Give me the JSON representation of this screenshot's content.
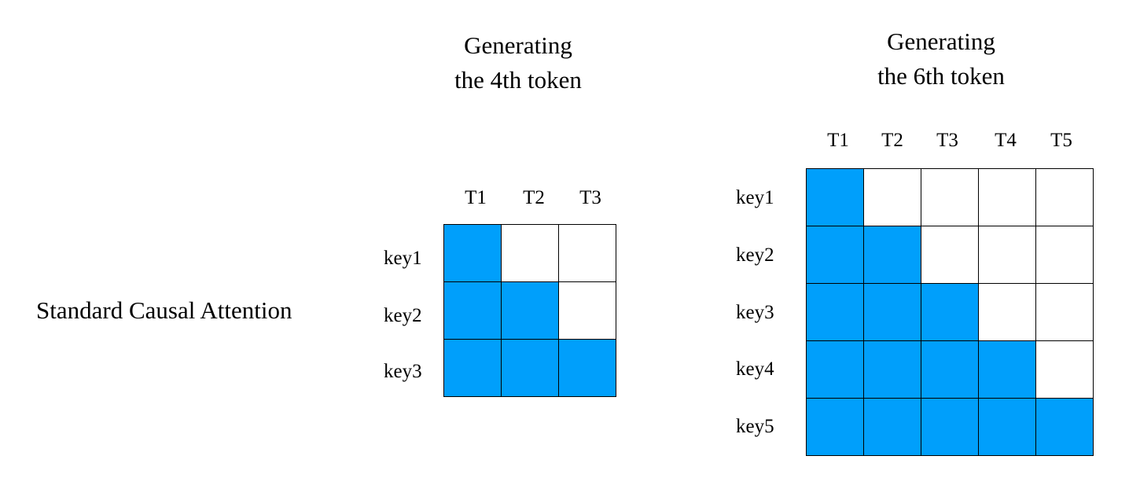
{
  "row_label": "Standard Causal Attention",
  "colors": {
    "attended": "#009ffb",
    "masked": "#ffffff",
    "grid_line": "#000000"
  },
  "matrices": [
    {
      "title_line1": "Generating",
      "title_line2": "the 4th token",
      "columns": [
        "T1",
        "T2",
        "T3"
      ],
      "rows": [
        "key1",
        "key2",
        "key3"
      ],
      "mask": [
        [
          1,
          0,
          0
        ],
        [
          1,
          1,
          0
        ],
        [
          1,
          1,
          1
        ]
      ]
    },
    {
      "title_line1": "Generating",
      "title_line2": "the 6th token",
      "columns": [
        "T1",
        "T2",
        "T3",
        "T4",
        "T5"
      ],
      "rows": [
        "key1",
        "key2",
        "key3",
        "key4",
        "key5"
      ],
      "mask": [
        [
          1,
          0,
          0,
          0,
          0
        ],
        [
          1,
          1,
          0,
          0,
          0
        ],
        [
          1,
          1,
          1,
          0,
          0
        ],
        [
          1,
          1,
          1,
          1,
          0
        ],
        [
          1,
          1,
          1,
          1,
          1
        ]
      ]
    }
  ]
}
